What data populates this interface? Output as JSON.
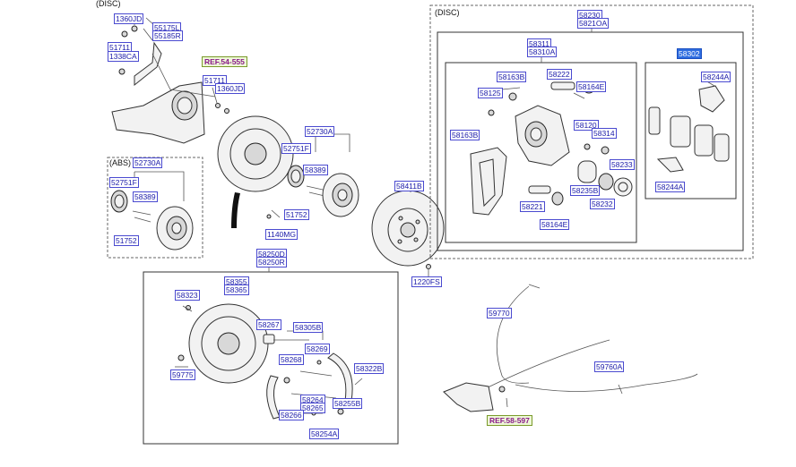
{
  "captions": {
    "top_left": "(DISC)",
    "abs": "(ABS)",
    "right_box": "(DISC)"
  },
  "labels": {
    "l1360JD_a": "1360JD",
    "l55175L": "55175L",
    "l55185R": "55185R",
    "l51711_a": "51711",
    "l1338CA": "1338CA",
    "l51711_b": "51711",
    "l1360JD_b": "1360JD",
    "l52730A_a": "52730A",
    "l52751F_a": "52751F",
    "l58389_a": "58389",
    "l51752_a": "51752",
    "l1140MG": "1140MG",
    "l52730A_abs": "52730A",
    "l52751F_abs": "52751F",
    "l58389_abs": "58389",
    "l51752_abs": "51752",
    "l58411B": "58411B",
    "l1220FS": "1220FS",
    "l58250D": "58250D",
    "l58250R": "58250R",
    "l58355": "58355",
    "l58365": "58365",
    "l58323": "58323",
    "l58267": "58267",
    "l58305B": "58305B",
    "l58269": "58269",
    "l58268": "58268",
    "l58322B": "58322B",
    "l59775": "59775",
    "l58264": "58264",
    "l58265": "58265",
    "l58255B": "58255B",
    "l58266": "58266",
    "l58254A": "58254A",
    "l58230": "58230",
    "l5821OA": "5821OA",
    "l58311": "58311",
    "l58310A": "58310A",
    "l58163B_a": "58163B",
    "l58222": "58222",
    "l58125": "58125",
    "l58164E_a": "58164E",
    "l58163B_b": "58163B",
    "l58120": "58120",
    "l58314": "58314",
    "l58233": "58233",
    "l58235B": "58235B",
    "l58221": "58221",
    "l58232": "58232",
    "l58164E_b": "58164E",
    "l58302": "58302",
    "l58244A_a": "58244A",
    "l58244A_b": "58244A",
    "l59770": "59770",
    "l59760A": "59760A"
  },
  "refs": {
    "ref_54_555": "REF.54-555",
    "ref_58_597": "REF.58-597"
  },
  "colors": {
    "label_text": "#1a1aa8",
    "label_border": "#4a4ad0",
    "highlight": "#2e6de0",
    "ref_text": "#8a1a8a"
  }
}
